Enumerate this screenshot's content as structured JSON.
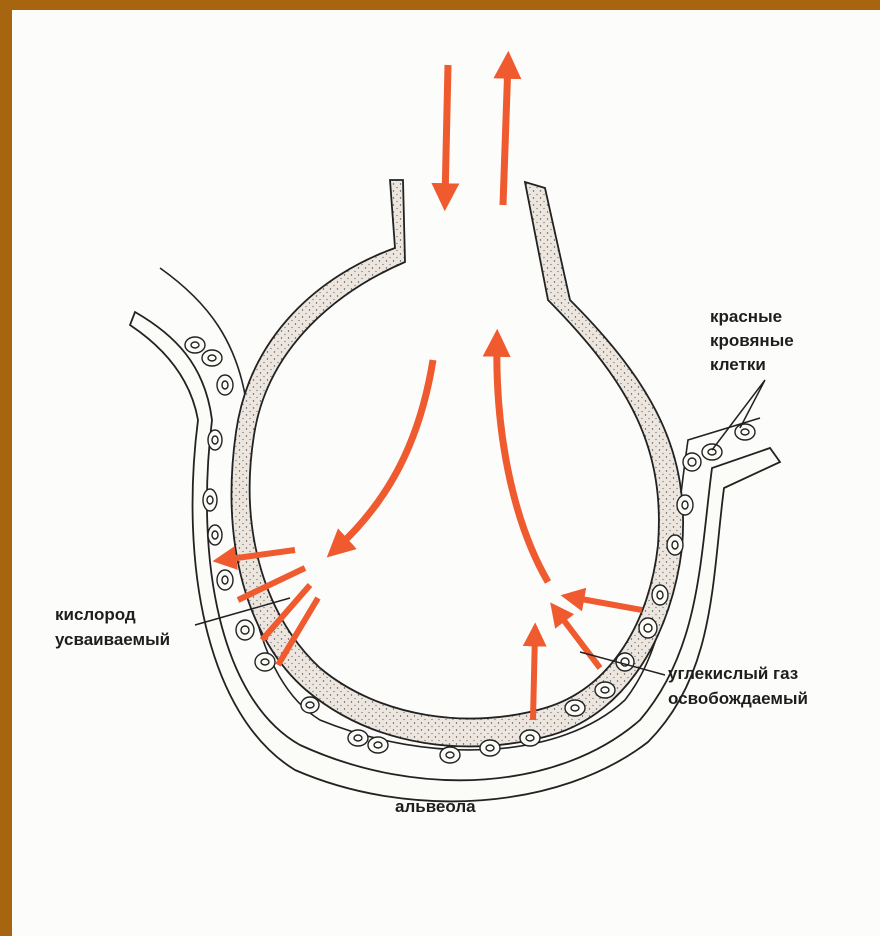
{
  "labels": {
    "red_cells_line1": "красные",
    "red_cells_line2": "кровяные",
    "red_cells_line3": "клетки",
    "oxygen_line1": "кислород",
    "oxygen_line2": "усваиваемый",
    "co2_line1": "углекислый газ",
    "co2_line2": "освобождаемый",
    "alveolus": "альвеола"
  },
  "colors": {
    "frame": "#a8650f",
    "paper": "#fcfcfa",
    "arrow": "#ef5a2f",
    "ink": "#1e1e1e",
    "wall_fill": "#ebe6e0"
  }
}
